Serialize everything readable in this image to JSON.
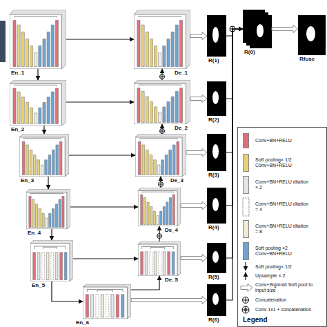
{
  "diagram": {
    "nodes": [
      {
        "text": [
          "En_1"
        ]
      },
      {
        "text": [
          "En_2"
        ]
      },
      {
        "text": [
          "En_3"
        ]
      },
      {
        "text": [
          "En_4"
        ]
      },
      {
        "text": [
          "En_5"
        ]
      },
      {
        "text": [
          "En_6"
        ]
      },
      {
        "text": [
          "De_1"
        ]
      },
      {
        "text": [
          "De_2"
        ]
      },
      {
        "text": [
          "De_3"
        ]
      },
      {
        "text": [
          "De_4"
        ]
      },
      {
        "text": [
          "De_5"
        ]
      },
      {
        "text": [
          "R(1)"
        ]
      },
      {
        "text": [
          "R(2)"
        ]
      },
      {
        "text": [
          "R(3)"
        ]
      },
      {
        "text": [
          "R(4)"
        ]
      },
      {
        "text": [
          "R(5)"
        ]
      },
      {
        "text": [
          "R(6)"
        ]
      },
      {
        "text": [
          "R(0)"
        ]
      },
      {
        "text": [
          "Rfuse"
        ]
      }
    ],
    "edges": [
      {
        "from": 0,
        "to": 1,
        "arrow": "to"
      },
      {
        "from": 1,
        "to": 2,
        "arrow": "to"
      },
      {
        "from": 2,
        "to": 3,
        "arrow": "to"
      },
      {
        "from": 3,
        "to": 4,
        "arrow": "to"
      },
      {
        "from": 4,
        "to": 5,
        "arrow": "to"
      },
      {
        "from": 5,
        "to": 10,
        "arrow": "to"
      },
      {
        "from": 10,
        "to": 9,
        "arrow": "to"
      },
      {
        "from": 9,
        "to": 8,
        "arrow": "to"
      },
      {
        "from": 8,
        "to": 7,
        "arrow": "to"
      },
      {
        "from": 7,
        "to": 6,
        "arrow": "to"
      },
      {
        "from": 0,
        "to": 6,
        "arrow": "to"
      },
      {
        "from": 1,
        "to": 7,
        "arrow": "to"
      },
      {
        "from": 2,
        "to": 8,
        "arrow": "to"
      },
      {
        "from": 3,
        "to": 9,
        "arrow": "to"
      },
      {
        "from": 4,
        "to": 10,
        "arrow": "to"
      },
      {
        "from": 6,
        "to": 11,
        "arrow": "to"
      },
      {
        "from": 7,
        "to": 12,
        "arrow": "to"
      },
      {
        "from": 8,
        "to": 13,
        "arrow": "to"
      },
      {
        "from": 9,
        "to": 14,
        "arrow": "to"
      },
      {
        "from": 10,
        "to": 15,
        "arrow": "to"
      },
      {
        "from": 5,
        "to": 16,
        "arrow": "to"
      },
      {
        "from": 11,
        "to": 17,
        "arrow": "to"
      },
      {
        "from": 12,
        "to": 17,
        "arrow": "to"
      },
      {
        "from": 13,
        "to": 17,
        "arrow": "to"
      },
      {
        "from": 14,
        "to": 17,
        "arrow": "to"
      },
      {
        "from": 15,
        "to": 17,
        "arrow": "to"
      },
      {
        "from": 16,
        "to": 17,
        "arrow": "to"
      },
      {
        "from": 17,
        "to": 18,
        "arrow": "to"
      }
    ],
    "labels": [
      "Legend"
    ],
    "legend": [
      {
        "text": "Conv+BN+RELU",
        "color": "#e0707a"
      },
      {
        "text": "Soft pooling× 1/2 Conv+BN+RELU",
        "color": "#e6d27a"
      },
      {
        "text": "Conv+BN+RELU dilation × 2",
        "color": "#e4e4e4"
      },
      {
        "text": "Conv+BN+RELU dilation = 4"
      },
      {
        "text": "Conv+BN+RELU dilation = 8",
        "color": "#f1e9d6"
      },
      {
        "text": "Soft pooling ×2 Conv+BN+RELU",
        "color": "#6ea3d3"
      },
      {
        "text": "Soft pooling× 1/2"
      },
      {
        "text": "Upsample × 2"
      },
      {
        "text": "Conv+Sigmoid Soft pool to input size"
      },
      {
        "text": "Concatenation"
      },
      {
        "text": "Conv 1x1 + concatenation"
      }
    ]
  }
}
